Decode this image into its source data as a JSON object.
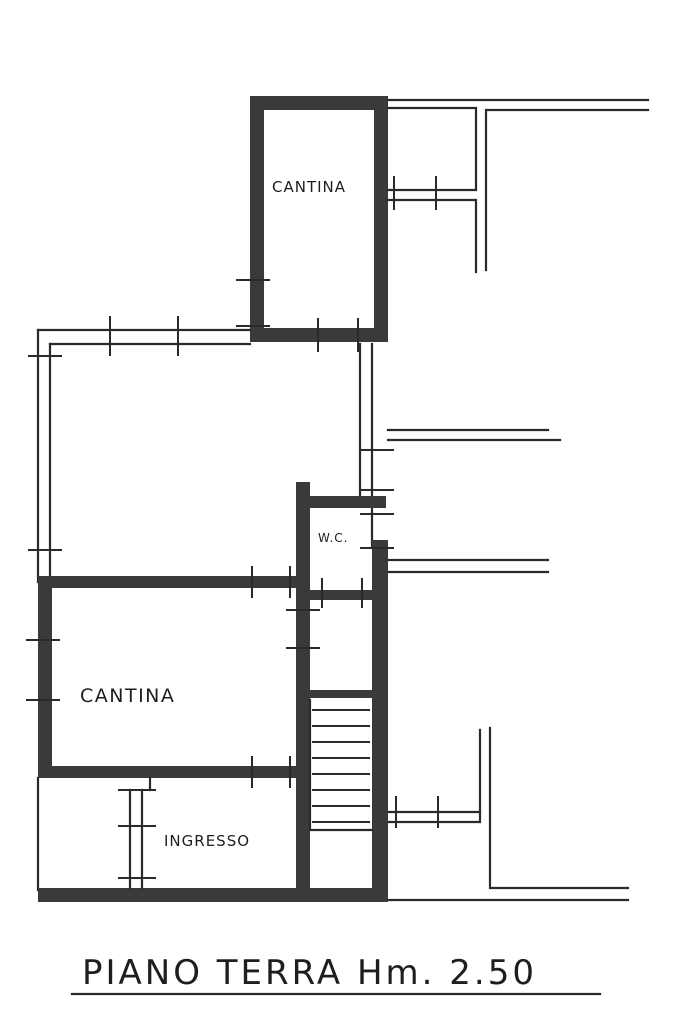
{
  "plan": {
    "rooms": {
      "cantina_top": "CANTINA",
      "wc": "W.C.",
      "cantina_bottom": "CANTINA",
      "ingresso": "INGRESSO"
    },
    "caption": "PIANO TERRA Hm. 2.50"
  }
}
